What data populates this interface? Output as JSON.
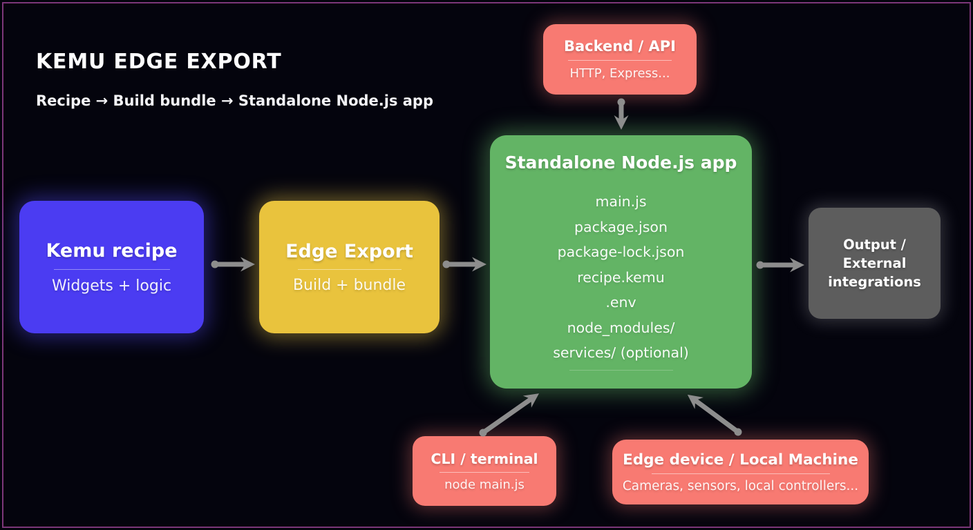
{
  "header": {
    "title": "KEMU EDGE EXPORT",
    "subtitle": "Recipe → Build bundle → Standalone Node.js app"
  },
  "nodes": {
    "backend": {
      "title": "Backend / API",
      "subtitle": "HTTP, Express..."
    },
    "kemu_recipe": {
      "title": "Kemu recipe",
      "subtitle": "Widgets + logic"
    },
    "edge_export": {
      "title": "Edge Export",
      "subtitle": "Build + bundle"
    },
    "standalone_app": {
      "title": "Standalone Node.js app",
      "files": [
        "main.js",
        "package.json",
        "package-lock.json",
        "recipe.kemu",
        ".env",
        "node_modules/",
        "services/ (optional)"
      ]
    },
    "output": {
      "title": "Output / External integrations"
    },
    "cli": {
      "title": "CLI / terminal",
      "subtitle": "node main.js"
    },
    "edge_device": {
      "title": "Edge device / Local Machine",
      "subtitle": "Cameras, sensors, local controllers..."
    }
  },
  "colors": {
    "background": "#04040d",
    "frame_border": "#7c3779",
    "node_red": "#f87a72",
    "node_green": "#63b465",
    "node_blue": "#4b3cf2",
    "node_yellow": "#e9c33d",
    "node_gray": "#5d5d5d",
    "arrow": "#8d8d8d",
    "text": "#ffffff"
  }
}
